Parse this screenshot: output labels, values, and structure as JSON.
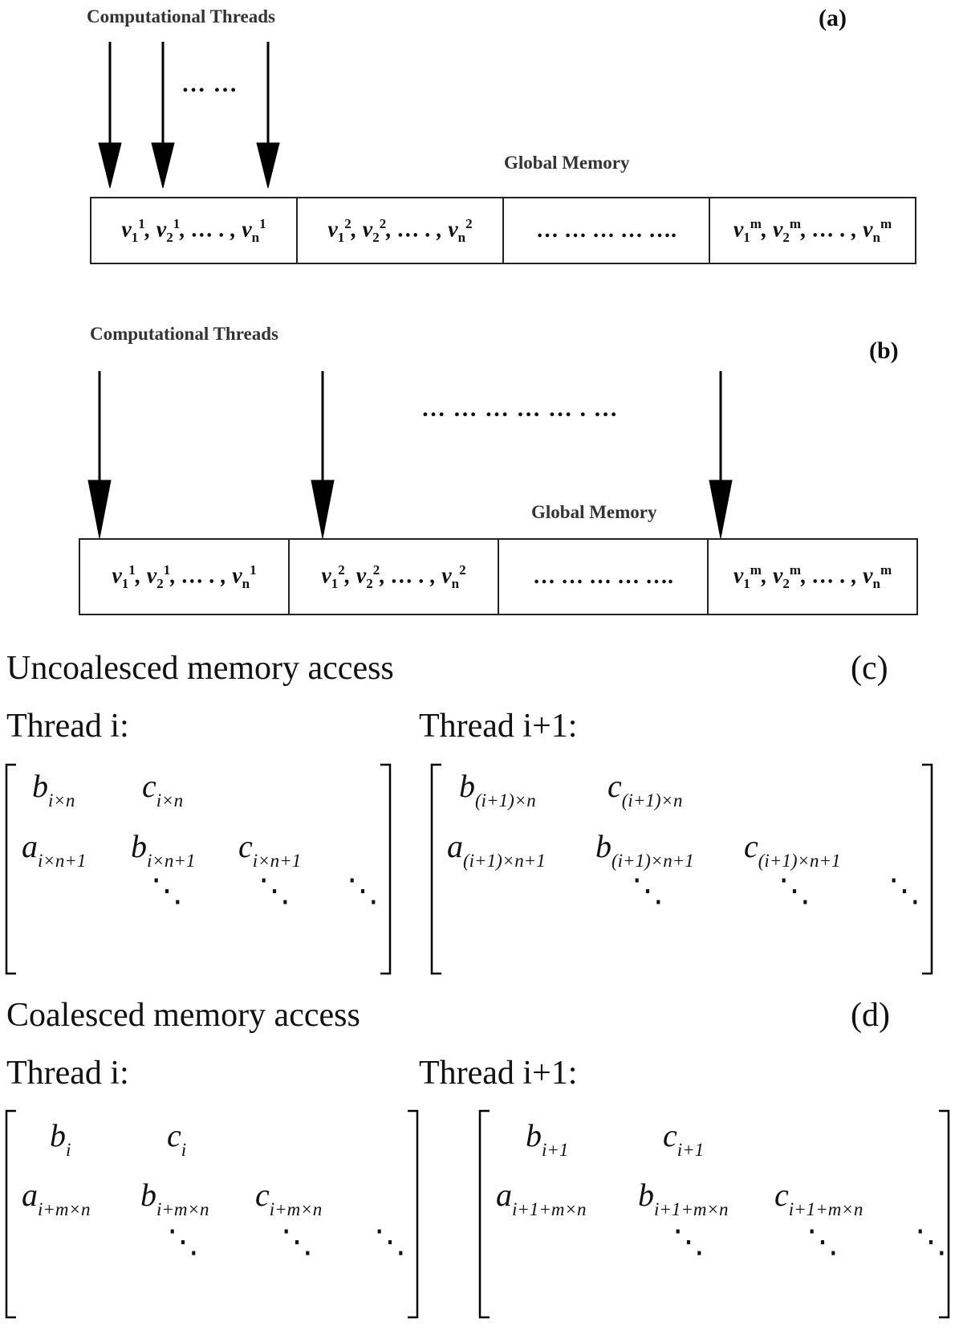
{
  "panel_a": {
    "threads_label": "Computational Threads",
    "letter": "(a)",
    "dots": "… …",
    "memory_label": "Global Memory",
    "cells": [
      {
        "var": "v",
        "idx": [
          "1",
          "2",
          "n"
        ],
        "sup": "1"
      },
      {
        "var": "v",
        "idx": [
          "1",
          "2",
          "n"
        ],
        "sup": "2"
      },
      {
        "text": "… … … … …."
      },
      {
        "var": "v",
        "idx": [
          "1",
          "2",
          "n"
        ],
        "sup": "m"
      }
    ]
  },
  "panel_b": {
    "threads_label": "Computational Threads",
    "letter": "(b)",
    "dots": "… … … … … . …",
    "memory_label": "Global Memory",
    "cells": [
      {
        "var": "v",
        "idx": [
          "1",
          "2",
          "n"
        ],
        "sup": "1"
      },
      {
        "var": "v",
        "idx": [
          "1",
          "2",
          "n"
        ],
        "sup": "2"
      },
      {
        "text": "… … … … …."
      },
      {
        "var": "v",
        "idx": [
          "1",
          "2",
          "n"
        ],
        "sup": "m"
      }
    ]
  },
  "panel_c": {
    "heading": "Uncoalesced memory access",
    "letter": "(c)",
    "thread_left": "Thread i:",
    "thread_right": "Thread i+1:",
    "left": {
      "row1": [
        {
          "v": "b",
          "s": "i×n"
        },
        {
          "v": "c",
          "s": "i×n"
        }
      ],
      "row2": [
        {
          "v": "a",
          "s": "i×n+1"
        },
        {
          "v": "b",
          "s": "i×n+1"
        },
        {
          "v": "c",
          "s": "i×n+1"
        }
      ]
    },
    "right": {
      "row1": [
        {
          "v": "b",
          "s": "(i+1)×n"
        },
        {
          "v": "c",
          "s": "(i+1)×n"
        }
      ],
      "row2": [
        {
          "v": "a",
          "s": "(i+1)×n+1"
        },
        {
          "v": "b",
          "s": "(i+1)×n+1"
        },
        {
          "v": "c",
          "s": "(i+1)×n+1"
        }
      ]
    }
  },
  "panel_d": {
    "heading": "Coalesced memory access",
    "letter": "(d)",
    "thread_left": "Thread i:",
    "thread_right": "Thread i+1:",
    "left": {
      "row1": [
        {
          "v": "b",
          "s": "i"
        },
        {
          "v": "c",
          "s": "i"
        }
      ],
      "row2": [
        {
          "v": "a",
          "s": "i+m×n"
        },
        {
          "v": "b",
          "s": "i+m×n"
        },
        {
          "v": "c",
          "s": "i+m×n"
        }
      ]
    },
    "right": {
      "row1": [
        {
          "v": "b",
          "s": "i+1"
        },
        {
          "v": "c",
          "s": "i+1"
        }
      ],
      "row2": [
        {
          "v": "a",
          "s": "i+1+m×n"
        },
        {
          "v": "b",
          "s": "i+1+m×n"
        },
        {
          "v": "c",
          "s": "i+1+m×n"
        }
      ]
    }
  },
  "ddots": "⋱"
}
